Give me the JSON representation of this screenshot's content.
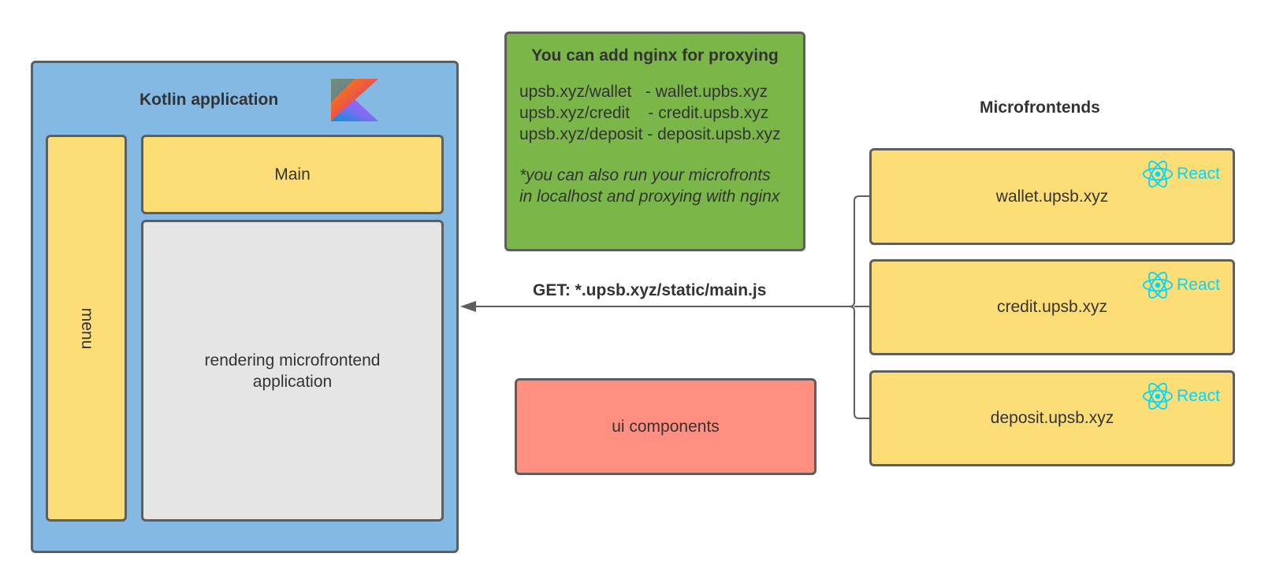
{
  "kotlin_app": {
    "title": "Kotlin application",
    "menu_label": "menu",
    "main_label": "Main",
    "render_label": "rendering microfrontend\napplication"
  },
  "nginx": {
    "title": "You can add nginx for proxying",
    "lines": "upsb.xyz/wallet   - wallet.upbs.xyz\nupsb.xyz/credit    - credit.upsb.xyz\nupsb.xyz/deposit - deposit.upsb.xyz",
    "note": "*you can also run your microfronts\nin localhost and proxying with nginx"
  },
  "request": {
    "label": "GET: *.upsb.xyz/static/main.js"
  },
  "ui_components": {
    "label": "ui components"
  },
  "microfrontends": {
    "title": "Microfrontends",
    "items": [
      {
        "label": "wallet.upsb.xyz",
        "badge": "React"
      },
      {
        "label": "credit.upsb.xyz",
        "badge": "React"
      },
      {
        "label": "deposit.upsb.xyz",
        "badge": "React"
      }
    ]
  },
  "colors": {
    "kotlin_container": "#84b9e3",
    "panel_yellow": "#fddd75",
    "render_area": "#e5e5e5",
    "nginx_note": "#7ab648",
    "ui_components": "#ff8f80",
    "react_brand": "#00d8ff",
    "border": "#5e5e5e"
  },
  "icons": {
    "kotlin": "kotlin-logo-icon",
    "react": "react-logo-icon"
  }
}
